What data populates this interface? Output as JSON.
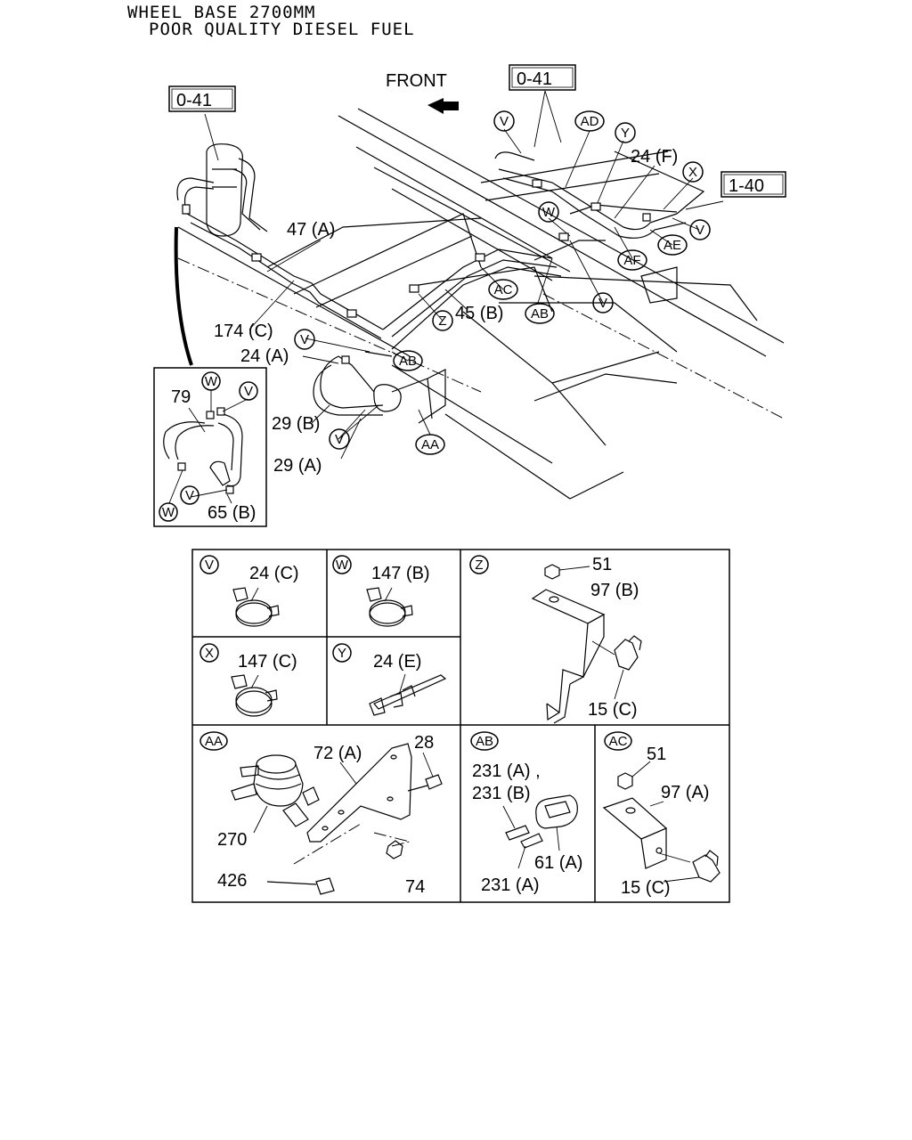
{
  "header": {
    "line1": "WHEEL BASE 2700MM",
    "line2": "POOR QUALITY DIESEL FUEL"
  },
  "main": {
    "front_label": "FRONT",
    "refs": [
      "0-41",
      "0-41",
      "1-40"
    ],
    "callouts": [
      "V",
      "AD",
      "Y",
      "X",
      "V",
      "AE",
      "W",
      "AF",
      "AC",
      "Z",
      "AB",
      "V",
      "V",
      "AB",
      "V",
      "AA"
    ],
    "parts": [
      "24 (F)",
      "47 (A)",
      "174 (C)",
      "45 (B)",
      "24 (A)",
      "29 (B)",
      "29 (A)"
    ]
  },
  "inset": {
    "callouts": [
      "W",
      "V",
      "V",
      "W"
    ],
    "parts": [
      "79",
      "65 (B)"
    ]
  },
  "details": {
    "V": {
      "code": "V",
      "parts": [
        "24 (C)"
      ]
    },
    "W": {
      "code": "W",
      "parts": [
        "147 (B)"
      ]
    },
    "X": {
      "code": "X",
      "parts": [
        "147 (C)"
      ]
    },
    "Y": {
      "code": "Y",
      "parts": [
        "24 (E)"
      ]
    },
    "Z": {
      "code": "Z",
      "parts": [
        "51",
        "97 (B)",
        "15 (C)"
      ]
    },
    "AA": {
      "code": "AA",
      "parts": [
        "72 (A)",
        "28",
        "270",
        "426",
        "74"
      ]
    },
    "AB": {
      "code": "AB",
      "parts": [
        "231 (A) ,",
        "231 (B)",
        "61 (A)",
        "231 (A)"
      ]
    },
    "AC": {
      "code": "AC",
      "parts": [
        "51",
        "97 (A)",
        "15 (C)"
      ]
    }
  }
}
